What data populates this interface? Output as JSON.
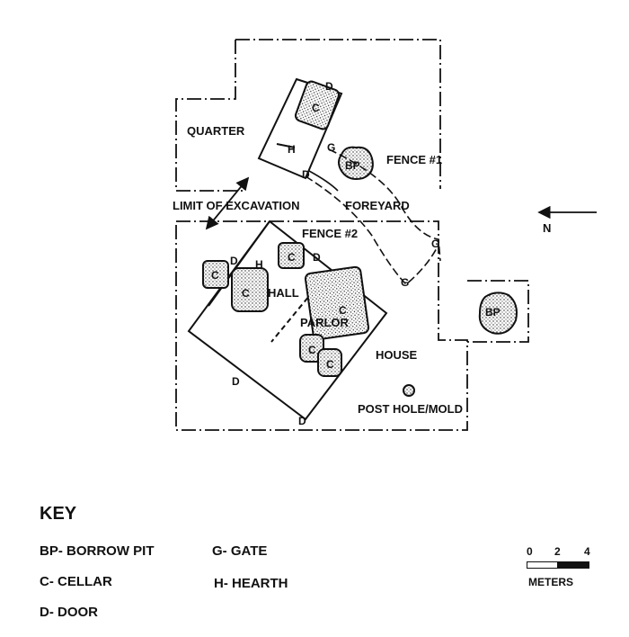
{
  "plan": {
    "labels": {
      "quarter": "QUARTER",
      "limit": "LIMIT OF EXCAVATION",
      "foreyard": "FOREYARD",
      "fence1": "FENCE #1",
      "fence2": "FENCE #2",
      "hall": "HALL",
      "parlor": "PARLOR",
      "house": "HOUSE",
      "posthole": "POST HOLE/MOLD",
      "north": "N"
    },
    "markers": {
      "cellar": "C",
      "door": "D",
      "gate": "G",
      "hearth": "H",
      "borrow_pit": "BP"
    }
  },
  "key": {
    "title": "KEY",
    "items": [
      "BP- BORROW PIT",
      "G- GATE",
      "C- CELLAR",
      "H- HEARTH",
      "D- DOOR"
    ]
  },
  "scale": {
    "ticks": [
      "0",
      "2",
      "4"
    ],
    "units": "METERS"
  }
}
